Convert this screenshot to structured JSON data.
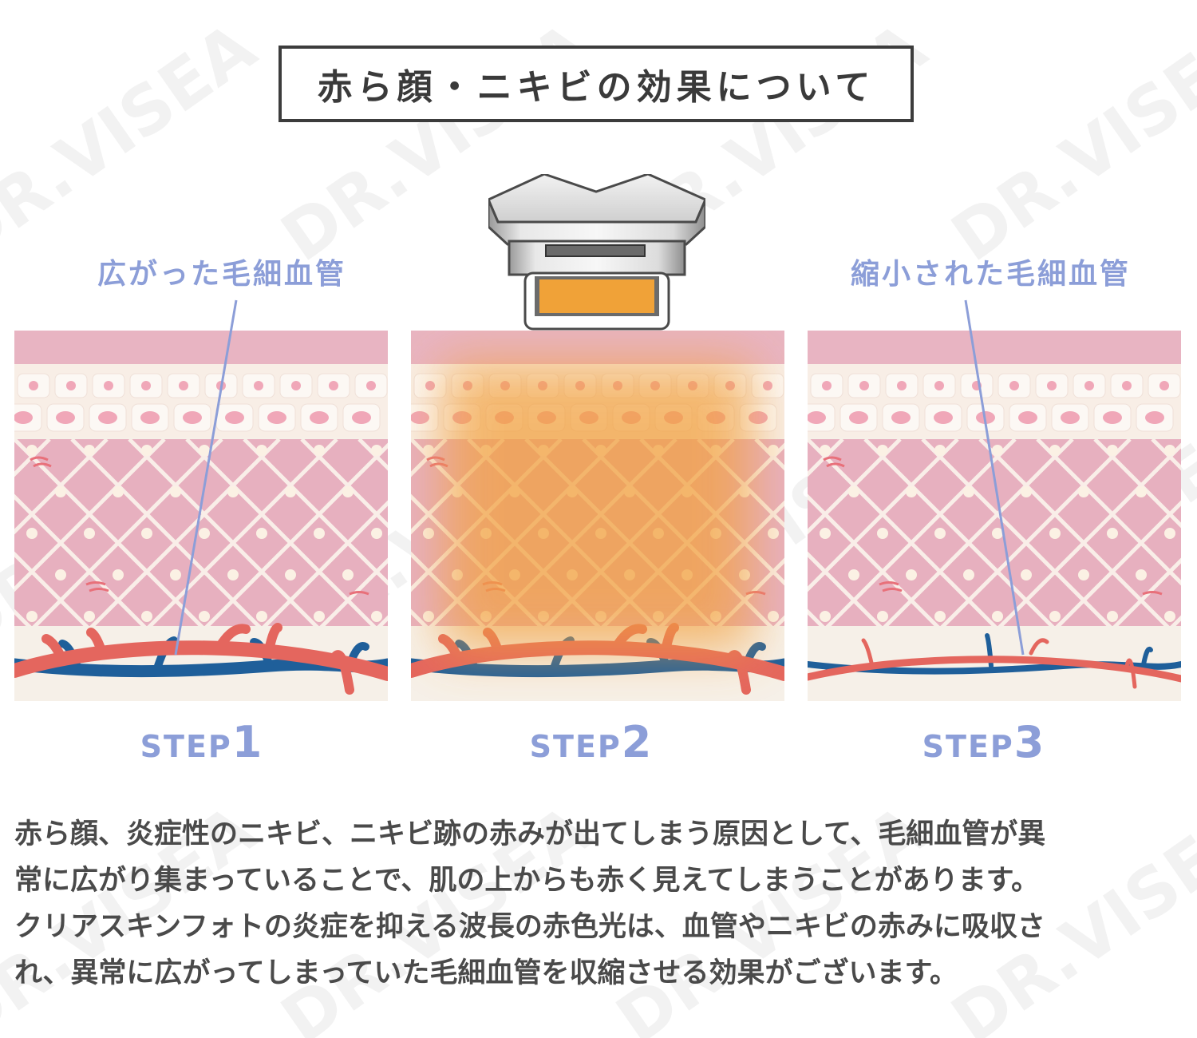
{
  "title": "赤ら顔・ニキビの効果について",
  "watermark": "DR.VISEA",
  "callouts": {
    "left": "広がった毛細血管",
    "right": "縮小された毛細血管"
  },
  "steps": [
    {
      "word": "STEP",
      "num": "1"
    },
    {
      "word": "STEP",
      "num": "2"
    },
    {
      "word": "STEP",
      "num": "3"
    }
  ],
  "description": [
    "赤ら顔、炎症性のニキビ、ニキビ跡の赤みが出てしまう原因として、毛細血管が異",
    "常に広がり集まっていることで、肌の上からも赤く見えてしまうことがあります。",
    "クリアスキンフォトの炎症を抑える波長の赤色光は、血管やニキビの赤みに吸収さ",
    "れ、異常に広がってしまっていた毛細血管を収縮させる効果がございます。"
  ],
  "colors": {
    "epidermis": "#e8b4c2",
    "cell_layer": "#f8eee6",
    "dermis": "#e7b0bf",
    "fiber": "#f9eee8",
    "subcutis": "#f6f0e8",
    "artery": "#e4665e",
    "vein": "#1f5f9a",
    "light": "#f2a03d",
    "accent": "#8c9ed8"
  }
}
